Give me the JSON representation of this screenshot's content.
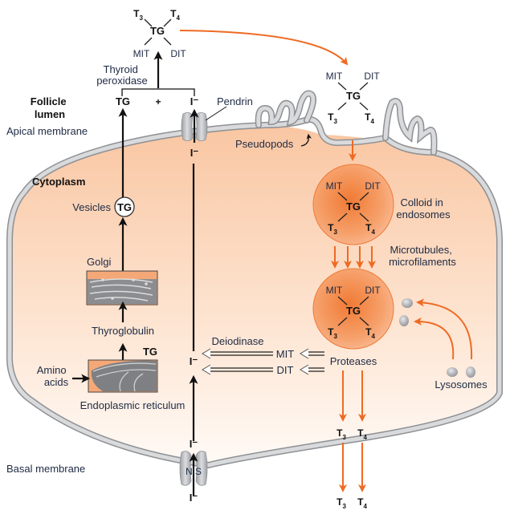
{
  "title": "Thyroid hormone synthesis in the follicular cell",
  "colors": {
    "cytoplasm_top": "#f9c7a4",
    "cytoplasm_bottom": "#fff7f1",
    "membrane": "#b9bbbe",
    "orange_arrow": "#ef6a22",
    "endosome": "#f3955a",
    "text": "#1e2a44"
  },
  "regions": {
    "follicle_lumen": "Follicle lumen",
    "follicle_lumen_line1": "Follicle",
    "follicle_lumen_line2": "lumen",
    "apical_membrane": "Apical membrane",
    "cytoplasm": "Cytoplasm",
    "basal_membrane": "Basal membrane"
  },
  "molecules": {
    "tg": "TG",
    "mit": "MIT",
    "dit": "DIT",
    "t": "T",
    "sub3": "3",
    "sub4": "4",
    "iodide": "I⁻",
    "plus": "+"
  },
  "labels": {
    "thyroid_peroxidase_line1": "Thyroid",
    "thyroid_peroxidase_line2": "peroxidase",
    "pendrin": "Pendrin",
    "pseudopods": "Pseudopods",
    "vesicles": "Vesicles",
    "golgi": "Golgi",
    "thyroglobulin": "Thyroglobulin",
    "amino_acids_line1": "Amino",
    "amino_acids_line2": "acids",
    "endoplasmic_reticulum": "Endoplasmic reticulum",
    "colloid_line1": "Colloid in",
    "colloid_line2": "endosomes",
    "microtubules_line1": "Microtubules,",
    "microtubules_line2": "microfilaments",
    "deiodinase": "Deiodinase",
    "proteases": "Proteases",
    "lysosomes": "Lysosomes",
    "nis": "NIS"
  }
}
